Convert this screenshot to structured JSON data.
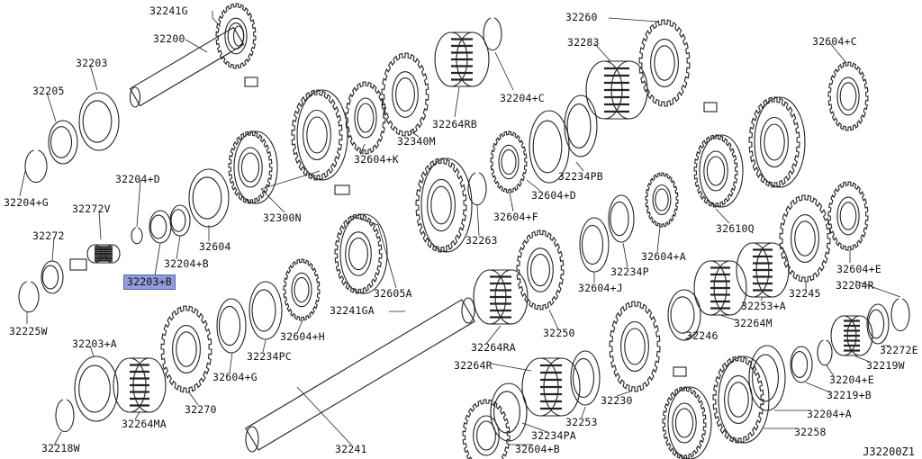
{
  "diagram_code": "J32200Z1",
  "labels": [
    {
      "id": "l01",
      "text": "32241G"
    },
    {
      "id": "l02",
      "text": "32200"
    },
    {
      "id": "l03",
      "text": "32203"
    },
    {
      "id": "l04",
      "text": "32205"
    },
    {
      "id": "l05",
      "text": "32204+G"
    },
    {
      "id": "l06",
      "text": "32204+D"
    },
    {
      "id": "l07",
      "text": "32272V"
    },
    {
      "id": "l08",
      "text": "32272"
    },
    {
      "id": "l09",
      "text": "32203+B"
    },
    {
      "id": "l10",
      "text": "32204+B"
    },
    {
      "id": "l11",
      "text": "32225W"
    },
    {
      "id": "l12",
      "text": "32604"
    },
    {
      "id": "l13",
      "text": "32300N"
    },
    {
      "id": "l14",
      "text": "32604+K"
    },
    {
      "id": "l15",
      "text": "32340M"
    },
    {
      "id": "l16",
      "text": "32264RB"
    },
    {
      "id": "l17",
      "text": "32204+C"
    },
    {
      "id": "l18",
      "text": "32260"
    },
    {
      "id": "l19",
      "text": "32283"
    },
    {
      "id": "l20",
      "text": "32604+C"
    },
    {
      "id": "l21",
      "text": "32234PB"
    },
    {
      "id": "l22",
      "text": "32604+D"
    },
    {
      "id": "l23",
      "text": "32604+F"
    },
    {
      "id": "l24",
      "text": "32263"
    },
    {
      "id": "l25",
      "text": "32610Q"
    },
    {
      "id": "l26",
      "text": "32604+A"
    },
    {
      "id": "l27",
      "text": "32234P"
    },
    {
      "id": "l28",
      "text": "32604+E"
    },
    {
      "id": "l29",
      "text": "32204R"
    },
    {
      "id": "l30",
      "text": "32605A"
    },
    {
      "id": "l31",
      "text": "32241GA"
    },
    {
      "id": "l32",
      "text": "32604+J"
    },
    {
      "id": "l33",
      "text": "32253+A"
    },
    {
      "id": "l34",
      "text": "32245"
    },
    {
      "id": "l35",
      "text": "32264M"
    },
    {
      "id": "l36",
      "text": "32246"
    },
    {
      "id": "l37",
      "text": "32272E"
    },
    {
      "id": "l38",
      "text": "32219W"
    },
    {
      "id": "l39",
      "text": "32204+E"
    },
    {
      "id": "l40",
      "text": "32219+B"
    },
    {
      "id": "l41",
      "text": "32604+H"
    },
    {
      "id": "l42",
      "text": "32234PC"
    },
    {
      "id": "l43",
      "text": "32604+G"
    },
    {
      "id": "l44",
      "text": "32203+A"
    },
    {
      "id": "l45",
      "text": "32264MA"
    },
    {
      "id": "l46",
      "text": "32270"
    },
    {
      "id": "l47",
      "text": "32218W"
    },
    {
      "id": "l48",
      "text": "32264RA"
    },
    {
      "id": "l49",
      "text": "32250"
    },
    {
      "id": "l50",
      "text": "32264R"
    },
    {
      "id": "l51",
      "text": "32253"
    },
    {
      "id": "l52",
      "text": "32234PA"
    },
    {
      "id": "l53",
      "text": "32604+B"
    },
    {
      "id": "l54",
      "text": "32230"
    },
    {
      "id": "l55",
      "text": "32204+A"
    },
    {
      "id": "l56",
      "text": "32258"
    },
    {
      "id": "l57",
      "text": "32241"
    }
  ]
}
